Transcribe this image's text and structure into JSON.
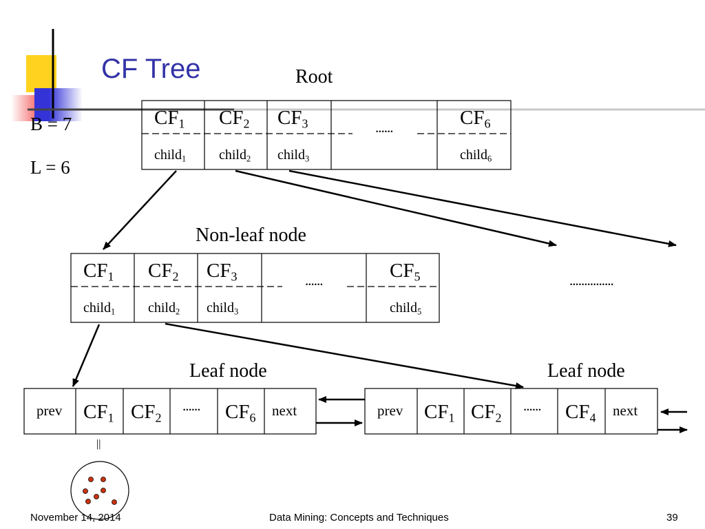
{
  "slide": {
    "title": "CF Tree",
    "params": {
      "b": "B = 7",
      "l": "L = 6"
    },
    "labels": {
      "root": "Root",
      "nonleaf": "Non-leaf node",
      "leaf1": "Leaf node",
      "leaf2": "Leaf node"
    },
    "cf": "CF",
    "child": "child",
    "dots": "......",
    "long_dots": "...............",
    "prev": "prev",
    "next": "next",
    "eq": "||",
    "root_node": {
      "cf_subs": [
        "1",
        "2",
        "3",
        "6"
      ],
      "child_subs": [
        "1",
        "2",
        "3",
        "6"
      ]
    },
    "nonleaf_node": {
      "cf_subs": [
        "1",
        "2",
        "3",
        "5"
      ],
      "child_subs": [
        "1",
        "2",
        "3",
        "5"
      ]
    },
    "leaf1_node": {
      "cf_subs": [
        "1",
        "2",
        "6"
      ]
    },
    "leaf2_node": {
      "cf_subs": [
        "1",
        "2",
        "4"
      ]
    },
    "colors": {
      "title": "#3333a8",
      "deco_yellow": "#ffd21f",
      "deco_blue": "#3333d8",
      "deco_red": "#f25050",
      "dot": "#cc3311"
    }
  },
  "footer": {
    "date": "November 14, 2014",
    "course": "Data Mining: Concepts and Techniques",
    "page": "39"
  }
}
